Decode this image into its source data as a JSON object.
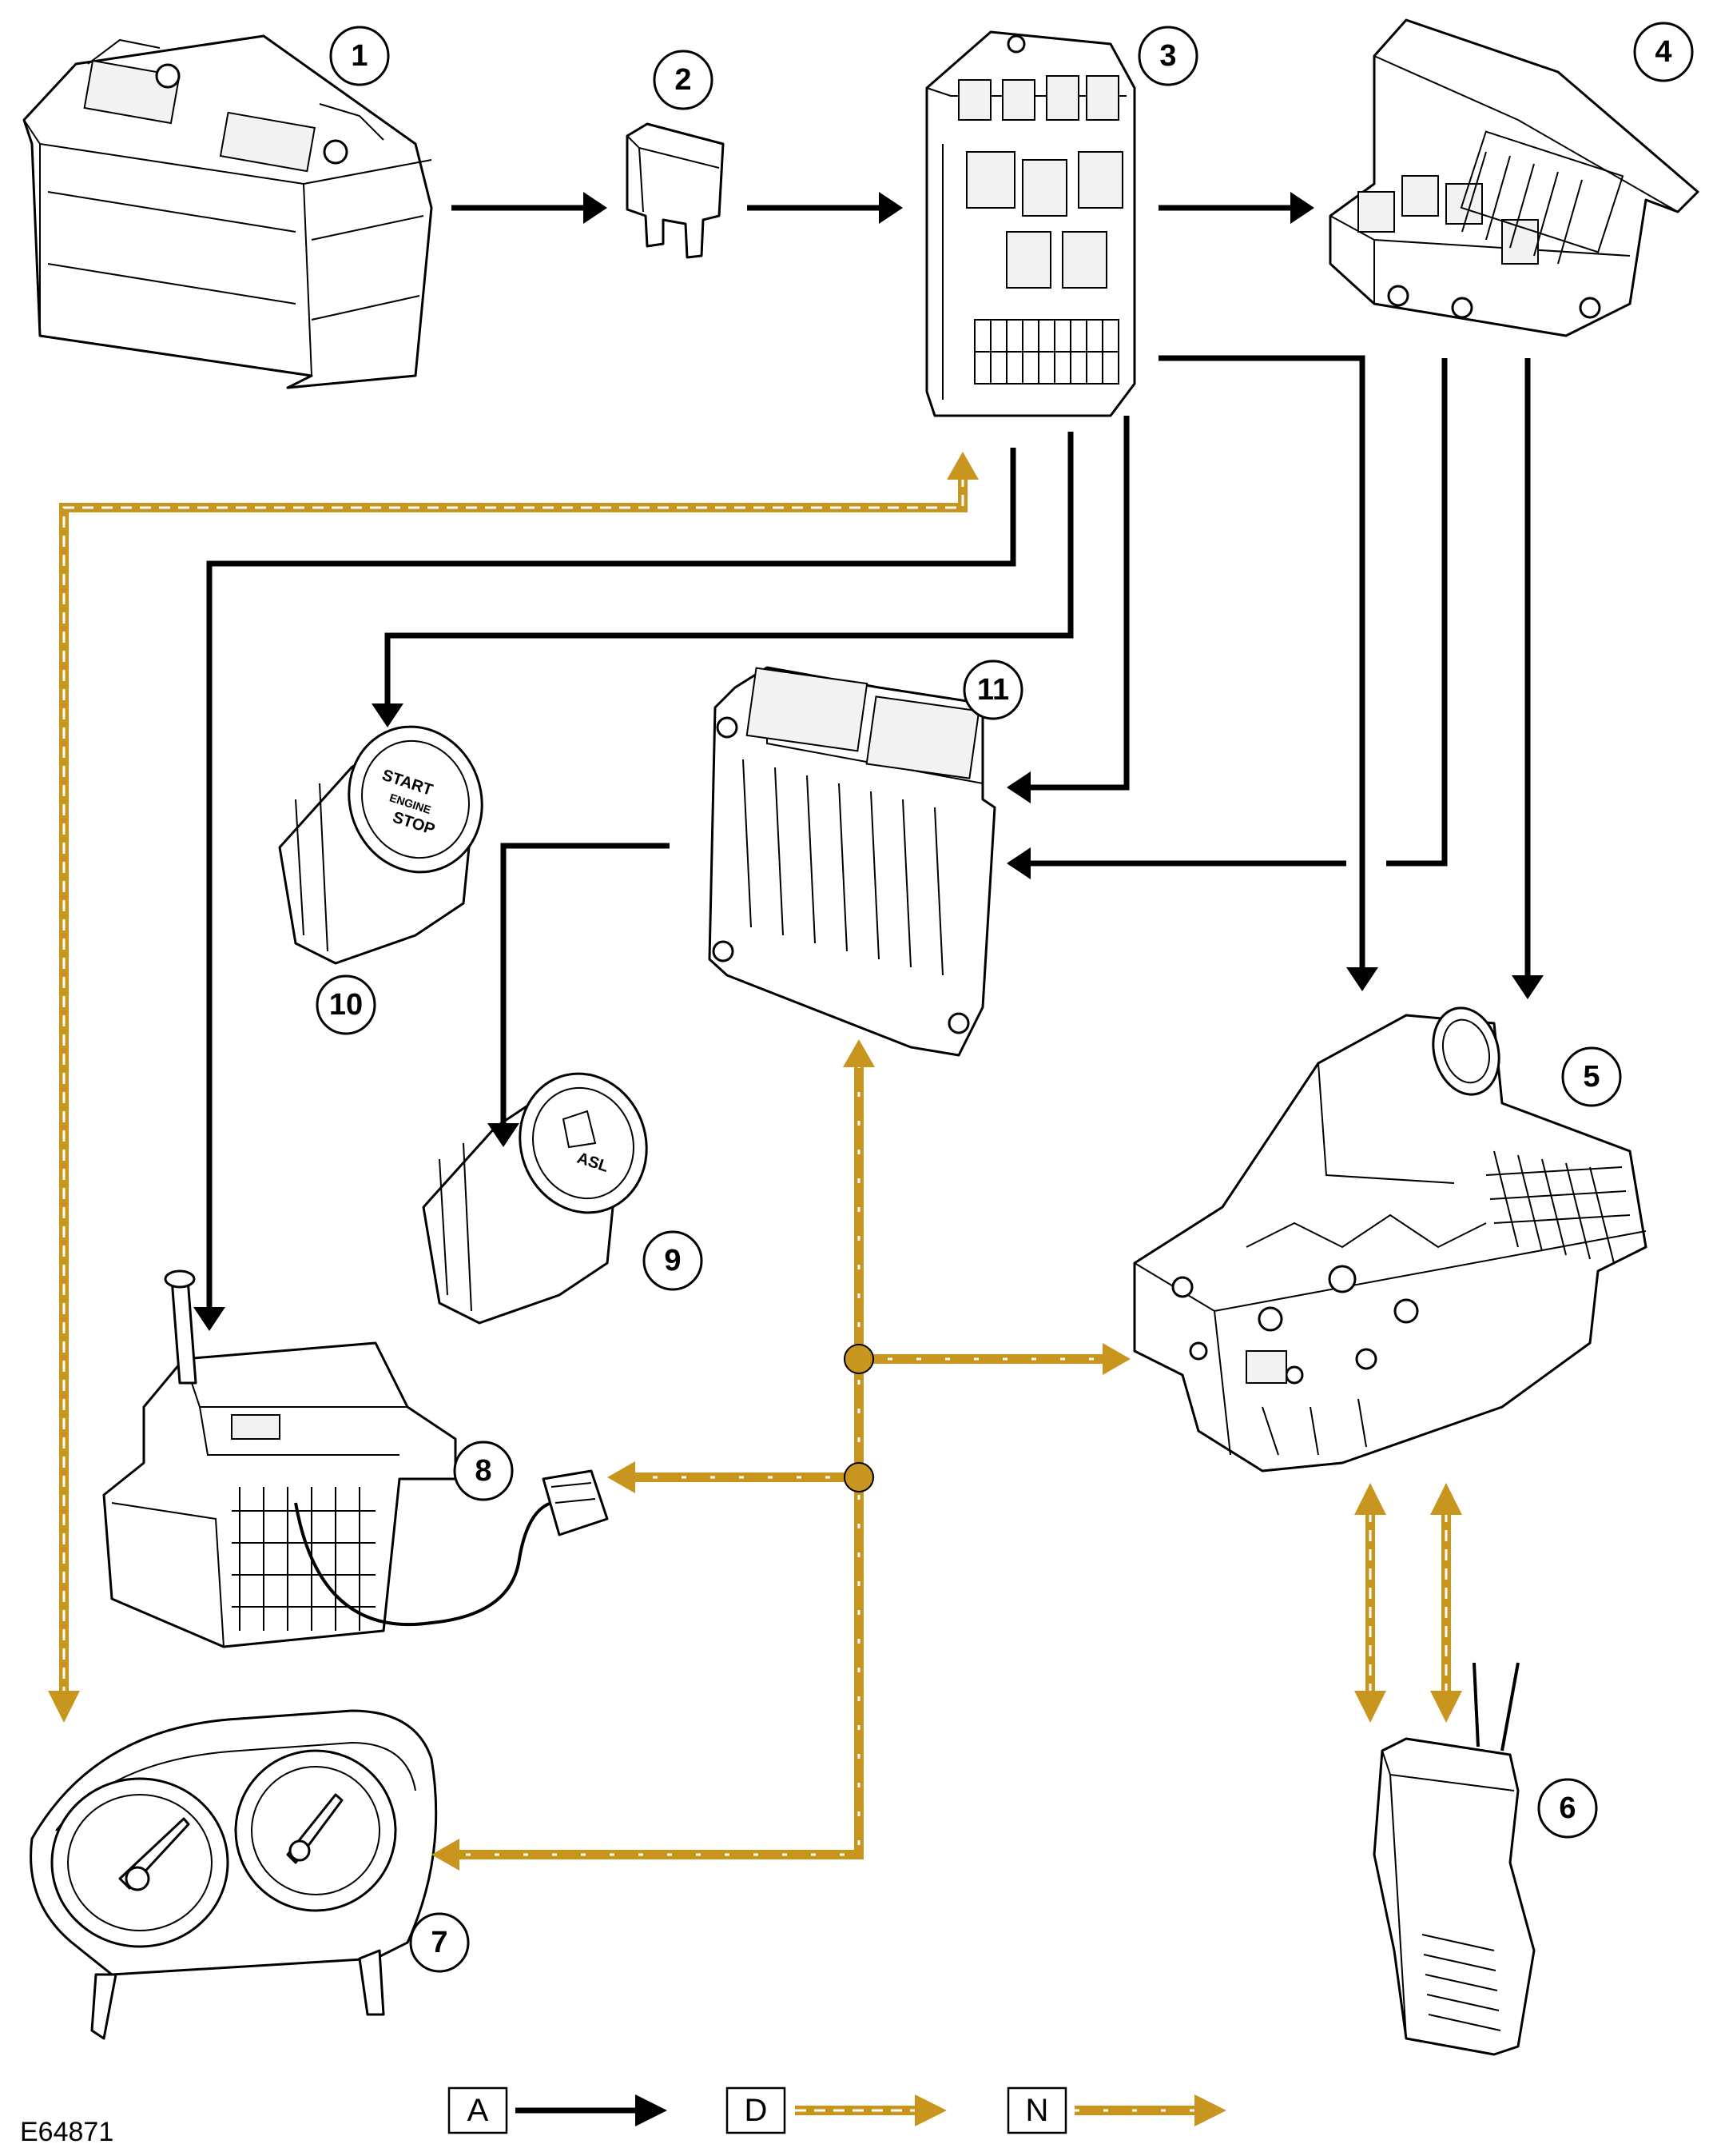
{
  "figure_id": "E64871",
  "colors": {
    "wire_a": "#000000",
    "bus": "#c8961e",
    "bus_dash": "#ffffff",
    "outline": "#000000",
    "background": "#ffffff"
  },
  "callouts": [
    {
      "id": "1",
      "label": "1"
    },
    {
      "id": "2",
      "label": "2"
    },
    {
      "id": "3",
      "label": "3"
    },
    {
      "id": "4",
      "label": "4"
    },
    {
      "id": "5",
      "label": "5"
    },
    {
      "id": "6",
      "label": "6"
    },
    {
      "id": "7",
      "label": "7"
    },
    {
      "id": "8",
      "label": "8"
    },
    {
      "id": "9",
      "label": "9"
    },
    {
      "id": "10",
      "label": "10"
    },
    {
      "id": "11",
      "label": "11"
    }
  ],
  "start_button": {
    "line1": "START",
    "line2": "ENGINE",
    "line3": "STOP"
  },
  "asl_button": {
    "label": "ASL"
  },
  "legend": [
    {
      "key": "A",
      "label": "A"
    },
    {
      "key": "D",
      "label": "D"
    },
    {
      "key": "N",
      "label": "N"
    }
  ]
}
